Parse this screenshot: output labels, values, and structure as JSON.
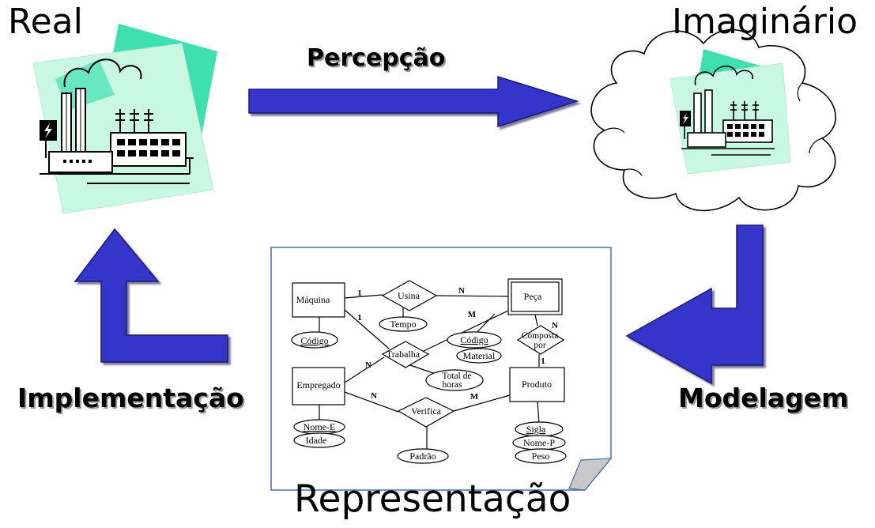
{
  "labels": {
    "real": "Real",
    "imaginario": "Imaginário",
    "percepcao": "Percepção",
    "implementacao": "Implementação",
    "modelagem": "Modelagem",
    "representacao": "Representação"
  },
  "er": {
    "entities": {
      "maquina": "Máquina",
      "peca": "Peça",
      "empregado": "Empregado",
      "produto": "Produto"
    },
    "relationships": {
      "usina": "Usina",
      "trabalha": "Trabalha",
      "verifica": "Verifica",
      "composta_1": "Composta",
      "composta_2": "por"
    },
    "attributes": {
      "tempo": "Tempo",
      "codigo_maquina": "Código",
      "codigo_peca": "Código",
      "material": "Material",
      "total_1": "Total de",
      "total_2": "horas",
      "nome_e": "Nome-E",
      "idade": "Idade",
      "padrao": "Padrão",
      "sigla": "Sigla",
      "nome_p": "Nome-P",
      "peso": "Peso"
    },
    "cardinalities": {
      "maquina_usina": "1",
      "usina_peca": "N",
      "maquina_trabalha": "1",
      "peca_trabalha": "M",
      "empregado_trabalha": "N",
      "peca_composta": "N",
      "composta_produto": "1",
      "empregado_verifica": "N",
      "produto_verifica": "M"
    }
  },
  "colors": {
    "arrow": "#3535cc",
    "teal": "#40dfb0",
    "pale_teal": "#c8f7e4"
  },
  "icons": [
    "factory-icon",
    "cloud-icon",
    "lightning-sign-icon",
    "folded-corner-icon"
  ]
}
